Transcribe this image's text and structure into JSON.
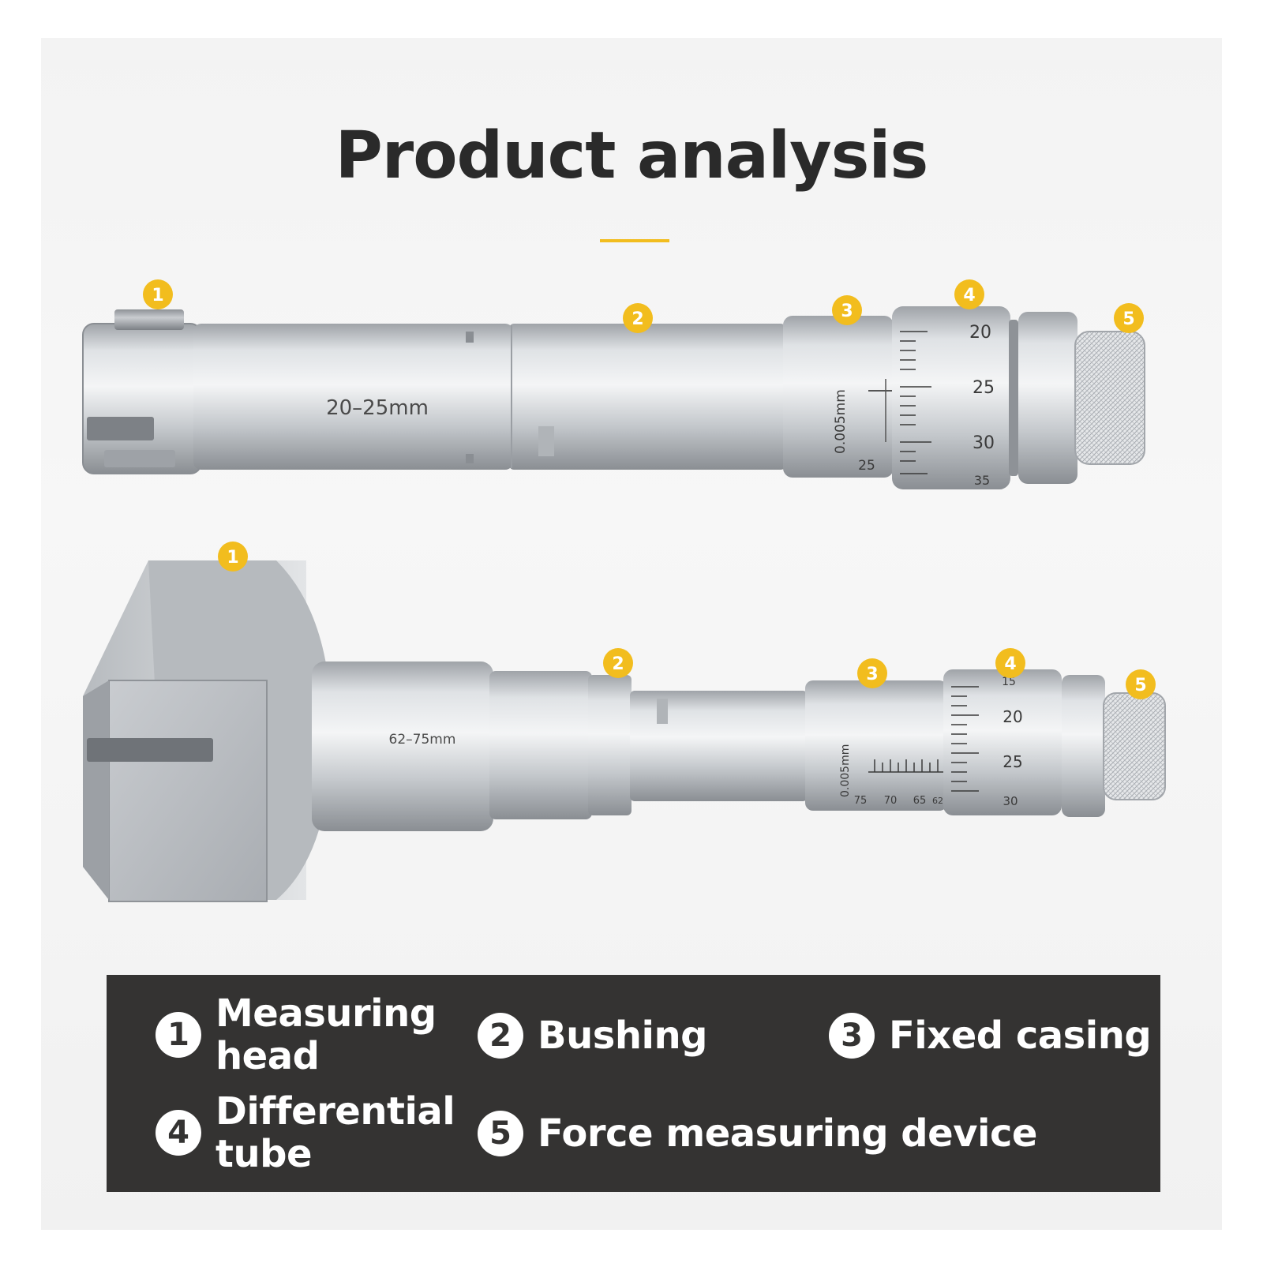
{
  "page": {
    "title": "Product analysis",
    "accent_color": "#f2bd1e",
    "legend_bg": "#343332"
  },
  "top_tool": {
    "range_label": "20–25mm",
    "resolution_label": "0.005mm",
    "sleeve_number": "25",
    "thimble_numbers": [
      "20",
      "25",
      "30",
      "35"
    ],
    "callouts": [
      "1",
      "2",
      "3",
      "4",
      "5"
    ]
  },
  "bottom_tool": {
    "range_label": "62–75mm",
    "resolution_label": "0.005mm",
    "sleeve_numbers": [
      "75",
      "70",
      "65",
      "62"
    ],
    "thimble_numbers": [
      "15",
      "20",
      "25",
      "30"
    ],
    "callouts": [
      "1",
      "2",
      "3",
      "4",
      "5"
    ]
  },
  "legend": {
    "items": [
      {
        "num": "1",
        "label_line1": "Measuring",
        "label_line2": "head"
      },
      {
        "num": "2",
        "label_line1": "Bushing",
        "label_line2": ""
      },
      {
        "num": "3",
        "label_line1": "Fixed casing",
        "label_line2": ""
      },
      {
        "num": "4",
        "label_line1": "Differential",
        "label_line2": "tube"
      },
      {
        "num": "5",
        "label_line1": "Force measuring device",
        "label_line2": ""
      }
    ]
  }
}
